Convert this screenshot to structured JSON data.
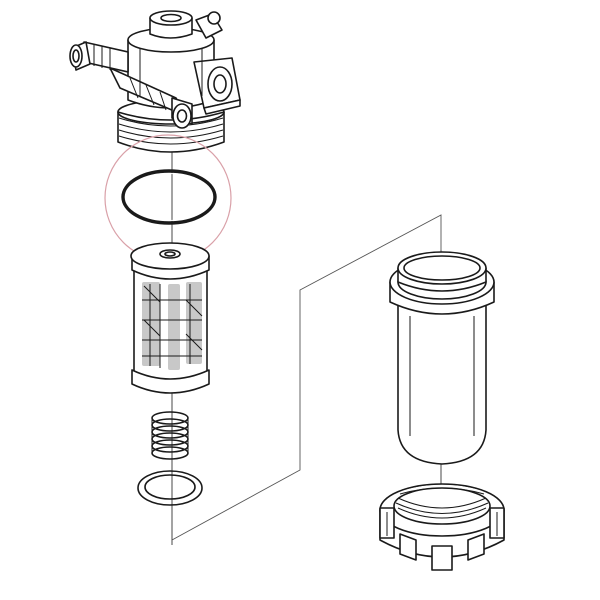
{
  "diagram": {
    "type": "exploded-parts-view",
    "highlighted_part": "o-ring-seal",
    "colors": {
      "line": "#1a1a1a",
      "highlight_circle": "#d9a0a8",
      "mesh": "#9a9a9a",
      "background": "#ffffff"
    },
    "parts": [
      {
        "id": "filter-head"
      },
      {
        "id": "o-ring-seal"
      },
      {
        "id": "filter-element"
      },
      {
        "id": "compression-spring"
      },
      {
        "id": "bottom-washer"
      },
      {
        "id": "filter-bowl"
      },
      {
        "id": "retaining-ring-nut"
      }
    ]
  }
}
